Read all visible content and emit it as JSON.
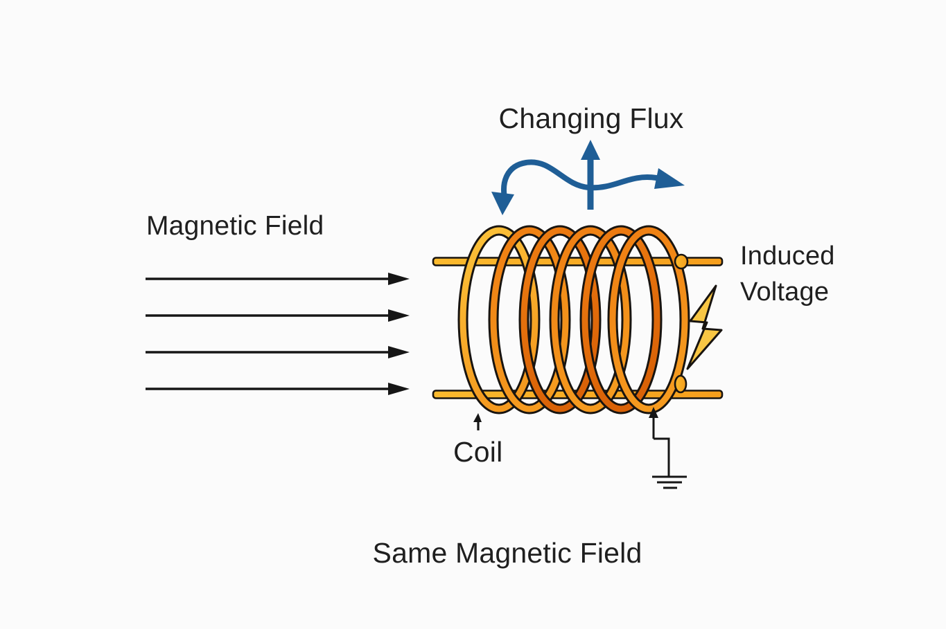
{
  "labels": {
    "changing_flux": "Changing Flux",
    "magnetic_field": "Magnetic Field",
    "induced_voltage_line1": "Induced",
    "induced_voltage_line2": "Voltage",
    "coil": "Coil",
    "same_magnetic_field": "Same Magnetic Field"
  },
  "diagram": {
    "field_arrow_count": 4,
    "coil_loop_count": 6,
    "icons": [
      "changing-flux-up-arrow",
      "changing-flux-wave-arrow",
      "magnetic-field-arrow",
      "coil-winding",
      "lightning-bolt-icon",
      "ground-symbol",
      "coil-pointer-arrow",
      "ground-pointer-arrow"
    ]
  },
  "colors": {
    "background": "#fbfbfb",
    "text": "#1f1f1f",
    "flux_blue": "#1f5e96",
    "arrow_black": "#161616",
    "outline_black": "#181410",
    "coil_yellow": "#fbc33a",
    "coil_amber": "#f59a1f",
    "coil_orange": "#ee7d12",
    "coil_dark_orange": "#d96207",
    "wire_amber_light": "#fbba2e",
    "wire_amber": "#f59e1c",
    "bolt_yellow": "#f8c644"
  }
}
